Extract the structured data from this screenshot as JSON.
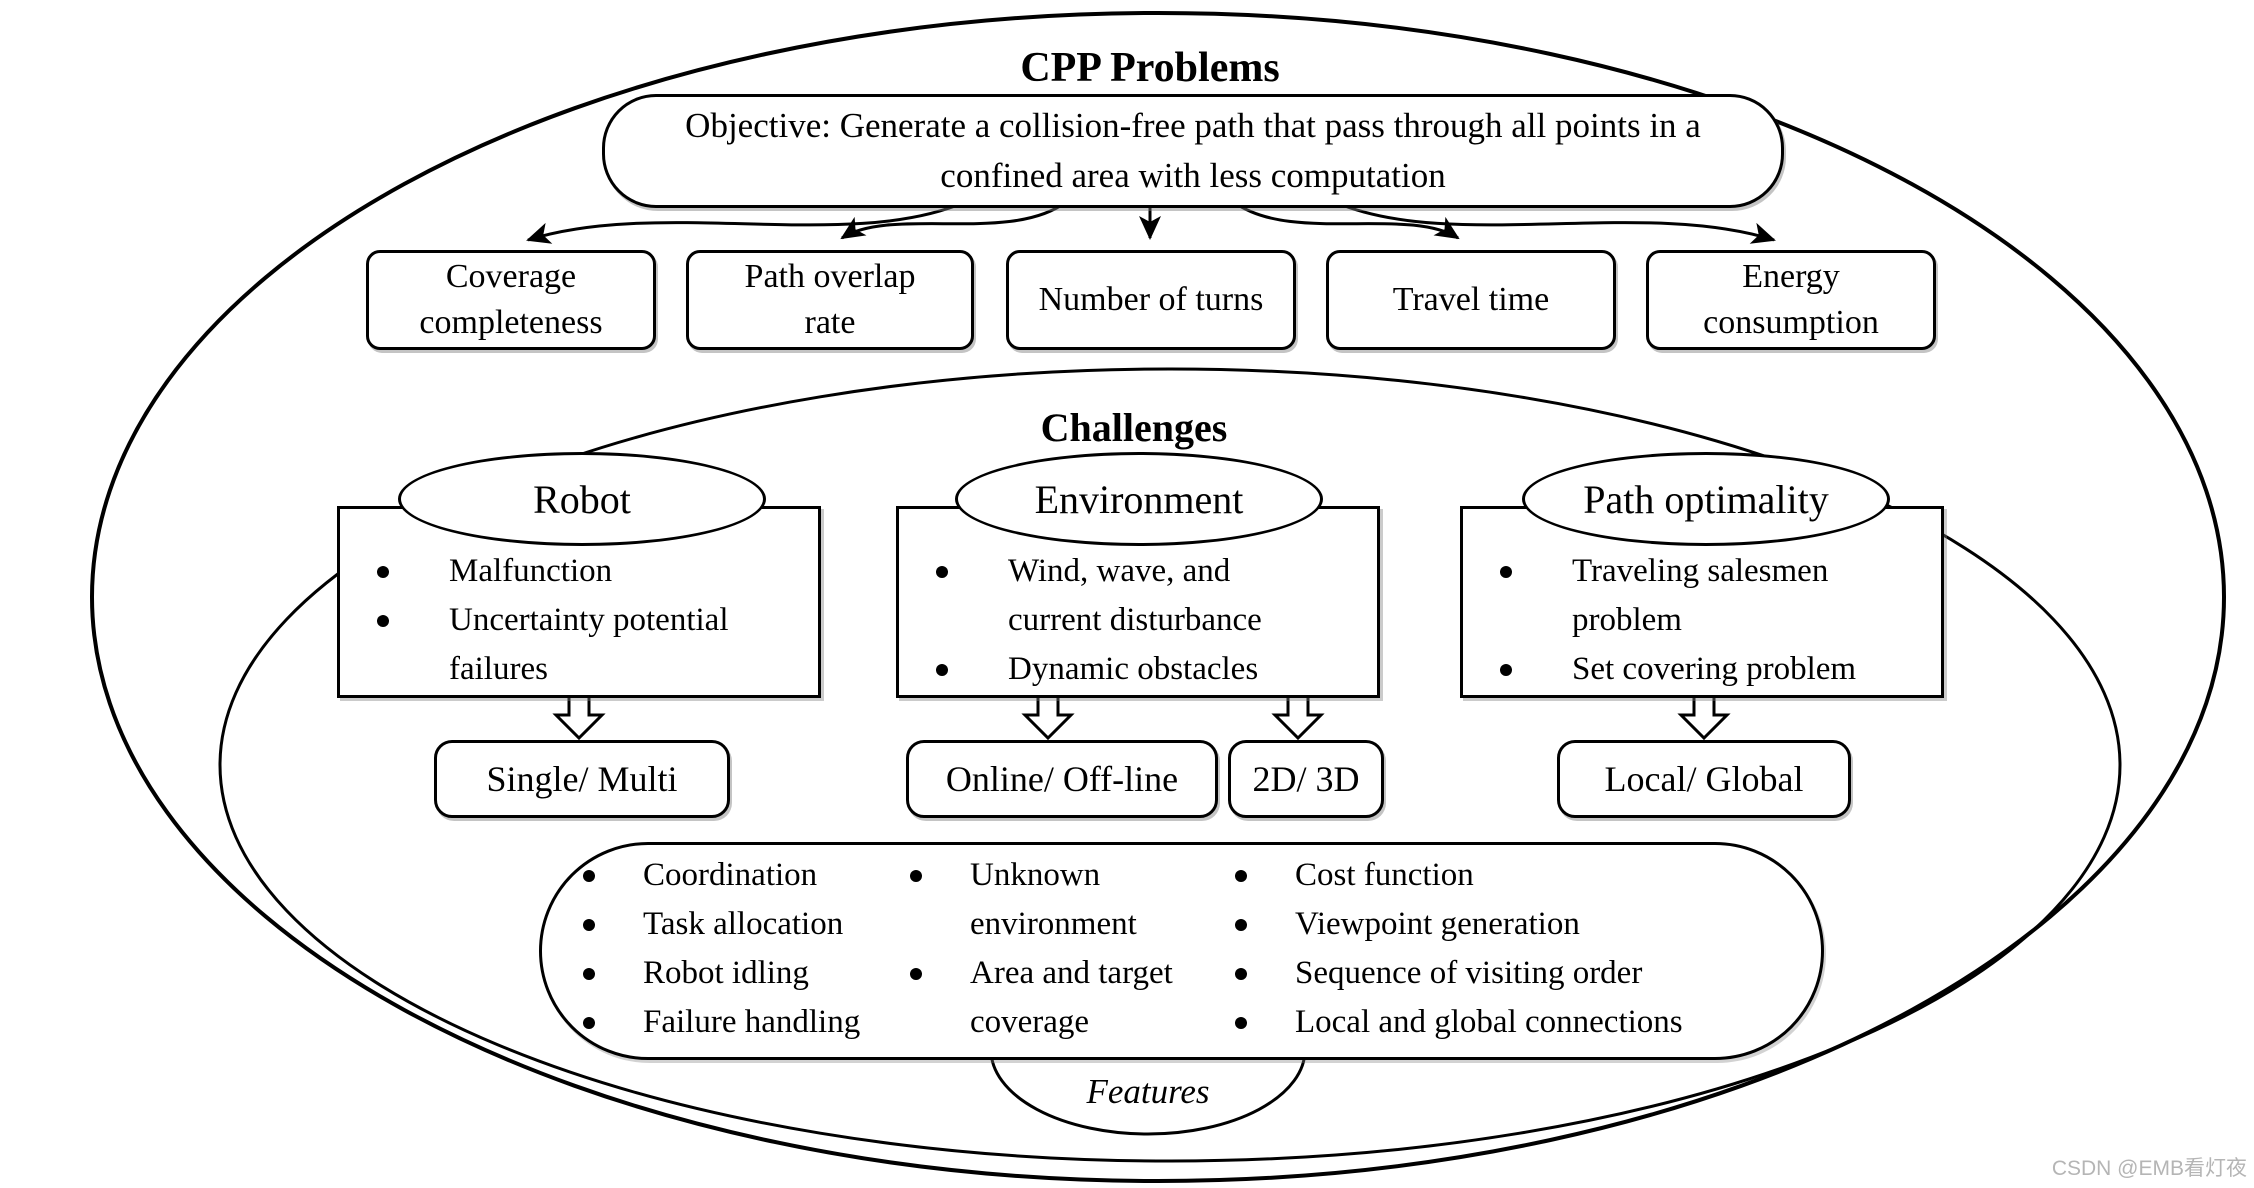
{
  "title": "CPP Problems",
  "objective": "Objective: Generate a collision-free path that pass through all points in a confined area with less computation",
  "metrics": [
    "Coverage completeness",
    "Path overlap rate",
    "Number of turns",
    "Travel time",
    "Energy consumption"
  ],
  "challenges": {
    "title": "Challenges",
    "groups": [
      {
        "label": "Robot",
        "items": [
          "Malfunction",
          "Uncertainty potential failures"
        ]
      },
      {
        "label": "Environment",
        "items": [
          "Wind, wave, and current disturbance",
          "Dynamic obstacles"
        ]
      },
      {
        "label": "Path optimality",
        "items": [
          "Traveling salesmen problem",
          "Set covering problem"
        ]
      }
    ],
    "modes": [
      "Single/ Multi",
      "Online/ Off-line",
      "2D/ 3D",
      "Local/ Global"
    ]
  },
  "features": {
    "label": "Features",
    "columns": [
      [
        "Coordination",
        "Task allocation",
        "Robot idling",
        "Failure handling"
      ],
      [
        "Unknown environment",
        "Area and target coverage"
      ],
      [
        "Cost function",
        "Viewpoint generation",
        "Sequence of visiting order",
        "Local and global connections"
      ]
    ]
  },
  "watermark": "CSDN @EMB看灯夜",
  "colors": {
    "ink": "#000000",
    "watermark_gray": "#b5b5b5"
  }
}
